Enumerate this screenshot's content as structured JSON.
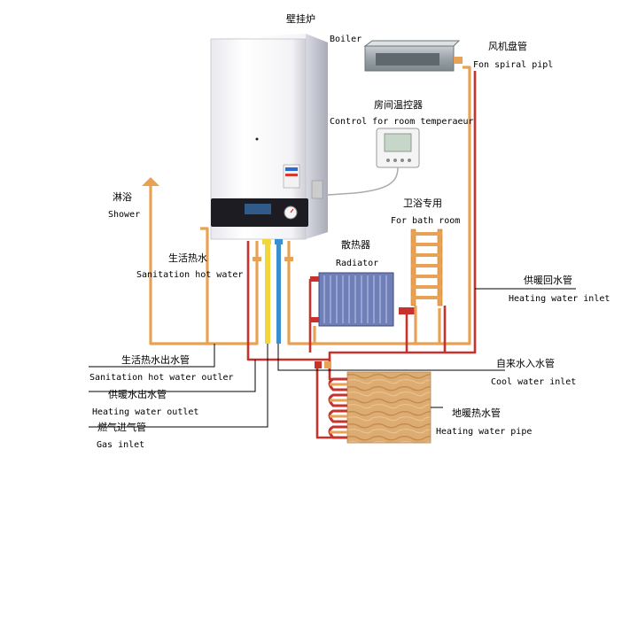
{
  "labels": {
    "boiler_cn": "壁挂炉",
    "boiler_en": "Boiler",
    "fan_coil_cn": "风机盘管",
    "fan_coil_en": "Fon spiral pipl",
    "room_control_cn": "房间温控器",
    "room_control_en": "Control for room temperaeur",
    "shower_cn": "淋浴",
    "shower_en": "Shower",
    "bath_cn": "卫浴专用",
    "bath_en": "For bath room",
    "sanitation_cn": "生活热水",
    "sanitation_en": "Sanitation hot water",
    "radiator_cn": "散热器",
    "radiator_en": "Radiator",
    "heating_inlet_cn": "供暖回水管",
    "heating_inlet_en": "Heating water inlet",
    "sanitation_outlet_cn": "生活热水出水管",
    "sanitation_outlet_en": "Sanitation hot water outler",
    "cool_inlet_cn": "自来水入水管",
    "cool_inlet_en": "Cool water inlet",
    "heating_outlet_cn": "供暖水出水管",
    "heating_outlet_en": "Heating water outlet",
    "gas_inlet_cn": "燃气进气管",
    "gas_inlet_en": "Gas inlet",
    "floor_heating_cn": "地暖热水管",
    "floor_heating_en": "Heating water pipe"
  },
  "colors": {
    "hot_pipe": "#e8a255",
    "return_pipe": "#c8322c",
    "gas_pipe": "#f2d63a",
    "cold_pipe": "#3a8fd0",
    "floor_wood": "#d8a468",
    "radiator": "#6f7fb8"
  }
}
